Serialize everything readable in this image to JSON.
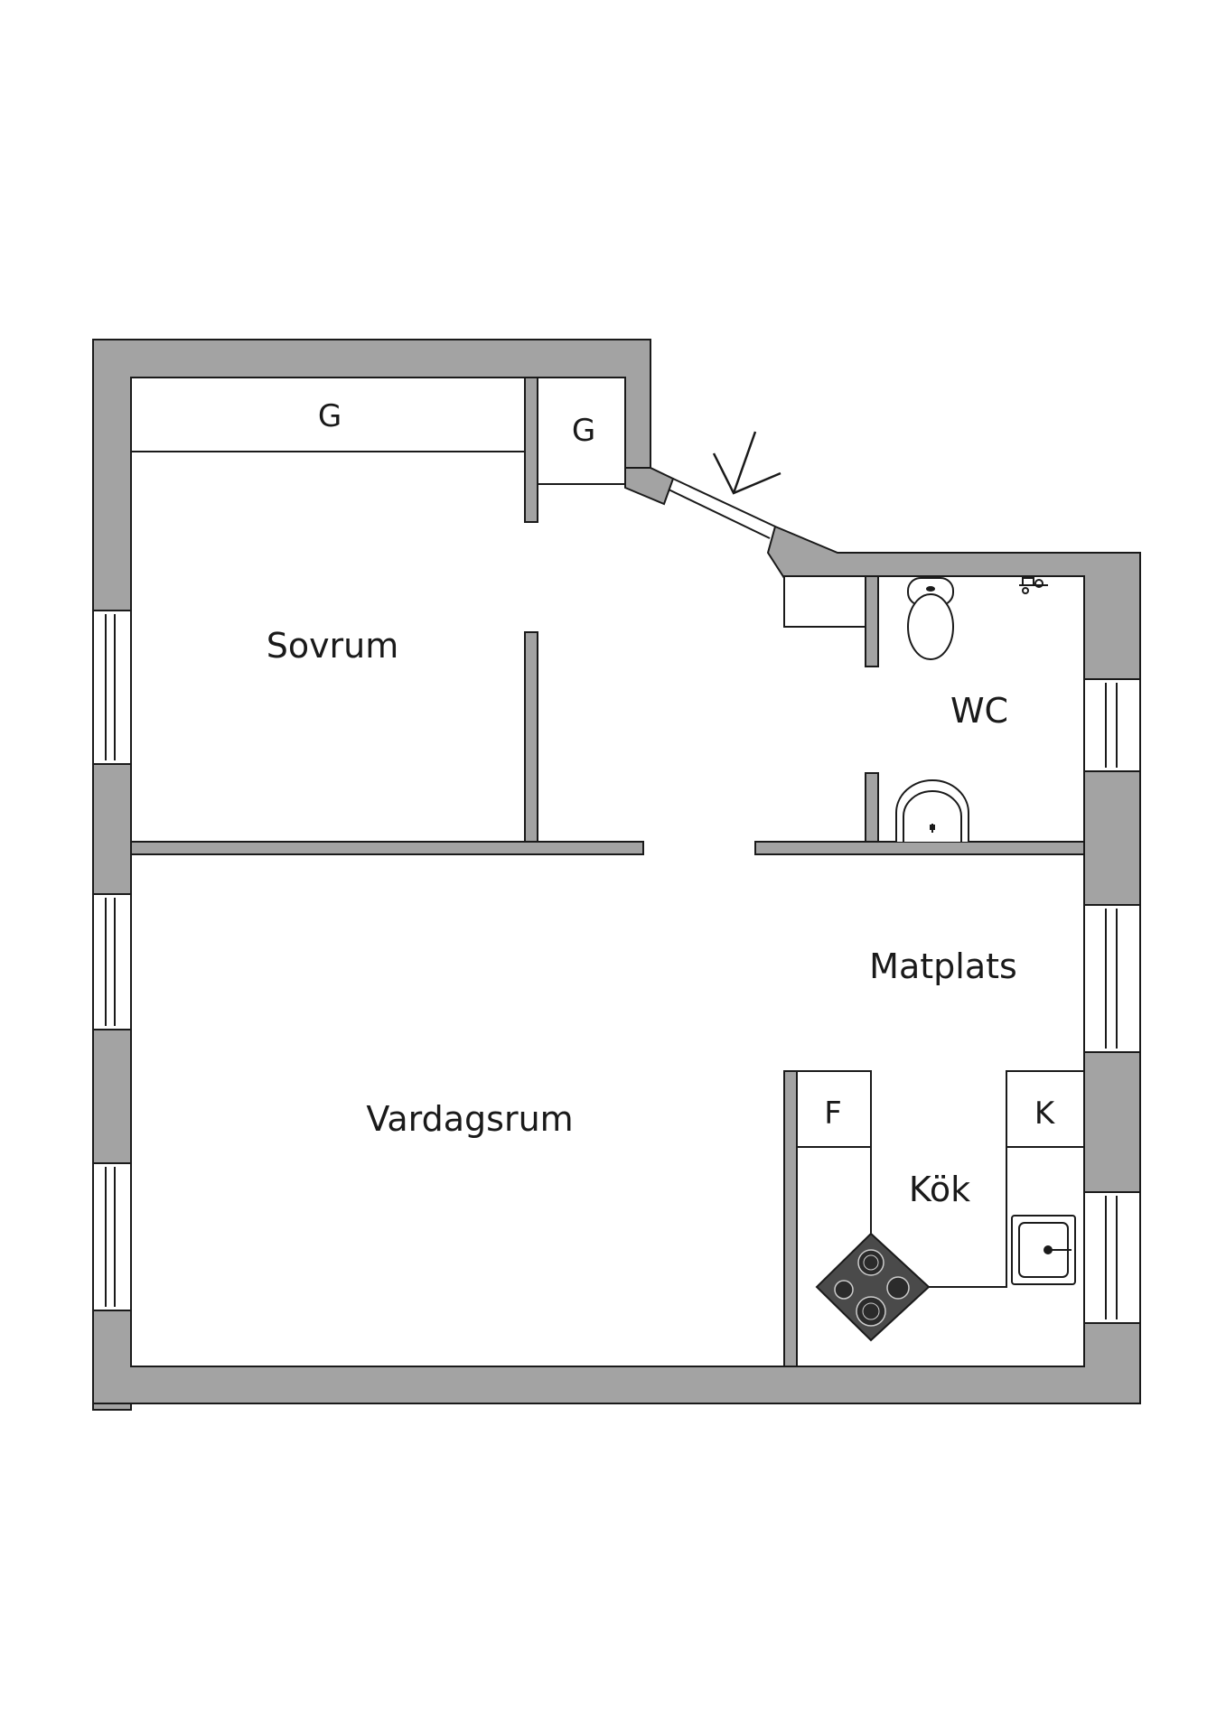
{
  "colors": {
    "wall": "#a3a3a3",
    "line": "#1a1a1a",
    "background": "#ffffff",
    "stove": "#4a4a4a",
    "burner": "#2b2b2b"
  },
  "rooms": {
    "sovrum": "Sovrum",
    "vardagsrum": "Vardagsrum",
    "wc": "WC",
    "matplats": "Matplats",
    "kok": "Kök"
  },
  "storage": {
    "garderob_1": "G",
    "garderob_2": "G",
    "fridge": "F",
    "freezer": "K"
  },
  "icons": {
    "entrance": "entrance-arrow-icon",
    "toilet": "toilet-icon",
    "sink": "sink-icon",
    "stove": "stove-icon",
    "kitchen_sink": "kitchen-sink-icon",
    "window": "window-icon"
  }
}
